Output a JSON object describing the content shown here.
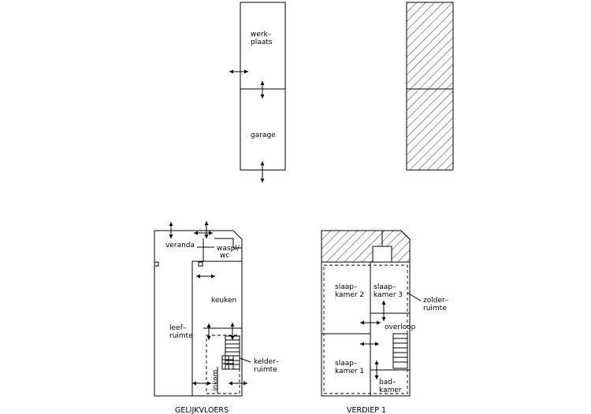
{
  "labels": {
    "werkplaats": [
      "werk–",
      "plaats"
    ],
    "garage": "garage",
    "veranda": "veranda",
    "waspl_wc": [
      "waspl/",
      "wc"
    ],
    "keuken": "keuken",
    "leefruimte": [
      "leef–",
      "ruimte"
    ],
    "kelderruimte": [
      "kelder–",
      "ruimte"
    ],
    "inkom": "inkom",
    "slaapkamer2": [
      "slaap–",
      "kamer 2"
    ],
    "slaapkamer3": [
      "slaap–",
      "kamer 3"
    ],
    "zolderruimte": [
      "zolder–",
      "ruimte"
    ],
    "overloop": "overloop",
    "slaapkamer1": [
      "slaap–",
      "kamer 1"
    ],
    "badkamer": [
      "bad–",
      "kamer"
    ]
  },
  "titles": {
    "ground": "GELIJKVLOERS",
    "first": "VERDIEP 1"
  }
}
